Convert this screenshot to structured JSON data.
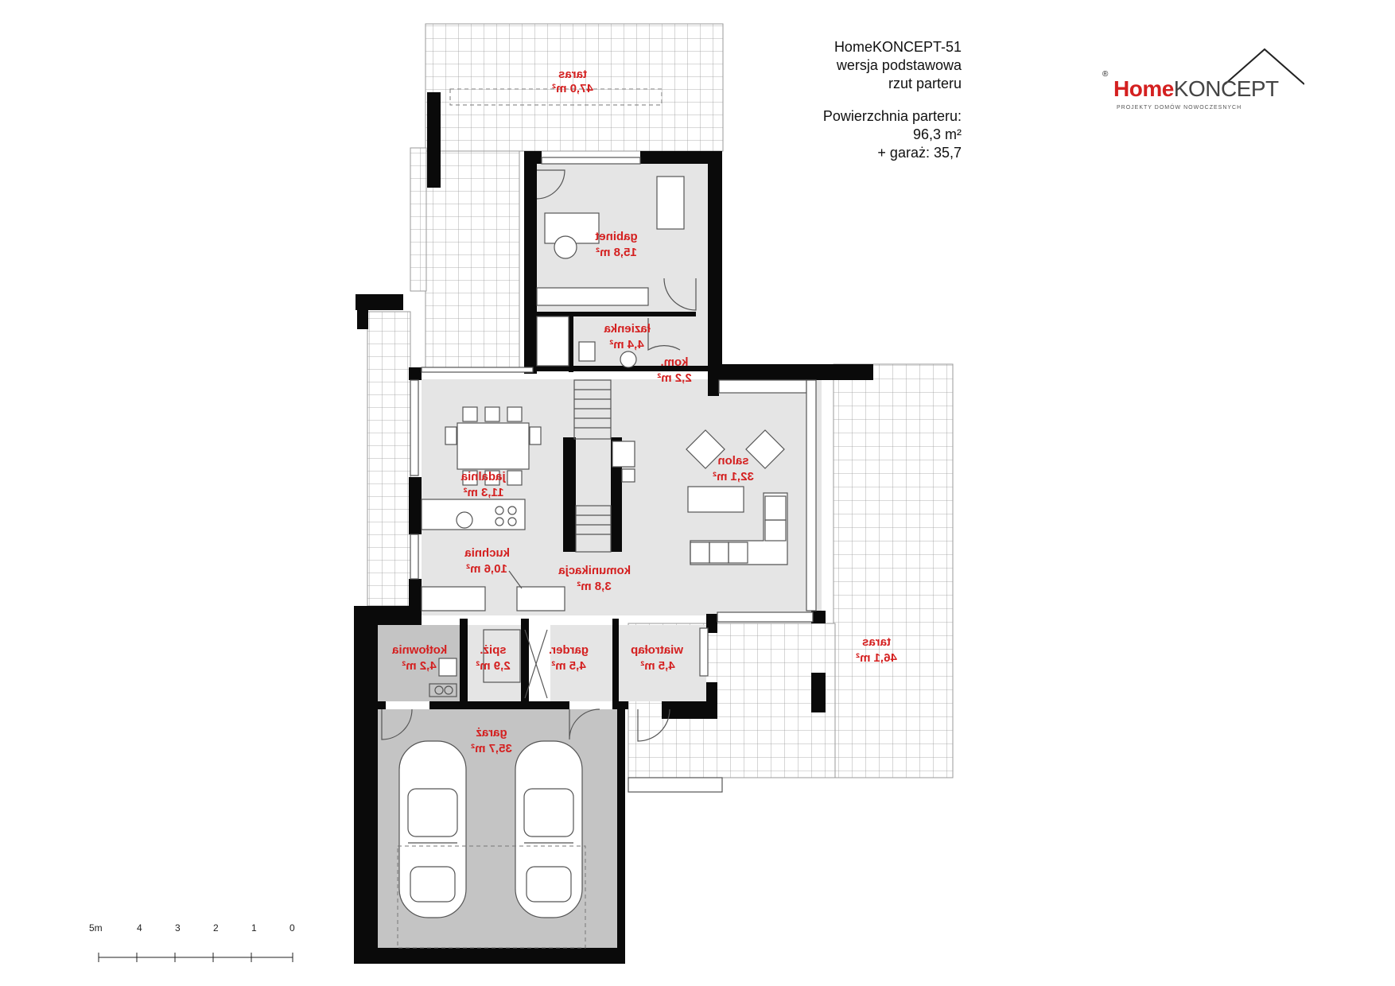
{
  "title_block": {
    "project": "HomeKONCEPT-51",
    "variant": "wersja podstawowa",
    "sheet": "rzut parteru",
    "area_label": "Powierzchnia parteru:",
    "area_value": "96,3 m²",
    "garage_area": "+ garaż: 35,7"
  },
  "logo": {
    "word_bold": "Home",
    "word_regular": "KONCEPT",
    "registered": "®",
    "tagline": "PROJEKTY DOMÓW NOWOCZESNYCH"
  },
  "rooms": [
    {
      "name": "taras",
      "area": "47,0 m²"
    },
    {
      "name": "gabinet",
      "area": "15,8 m²"
    },
    {
      "name": "łazienka",
      "area": "4,4 m²"
    },
    {
      "name": "kom.",
      "area": "2,2 m²"
    },
    {
      "name": "jadalnia",
      "area": "11,3 m²"
    },
    {
      "name": "salon",
      "area": "32,1 m²"
    },
    {
      "name": "kuchnia",
      "area": "10,6 m²"
    },
    {
      "name": "komunikacja",
      "area": "3,8 m²"
    },
    {
      "name": "kotłownia",
      "area": "4,2 m²"
    },
    {
      "name": "spiż.",
      "area": "2,9 m²"
    },
    {
      "name": "garder.",
      "area": "4,5 m²"
    },
    {
      "name": "wiatrołap",
      "area": "4,5 m²"
    },
    {
      "name": "taras",
      "area": "46,1 m²"
    },
    {
      "name": "garaż",
      "area": "35,7 m²"
    }
  ],
  "scale_bar": {
    "ticks": [
      "0",
      "1",
      "2",
      "3",
      "4",
      "5m"
    ]
  }
}
